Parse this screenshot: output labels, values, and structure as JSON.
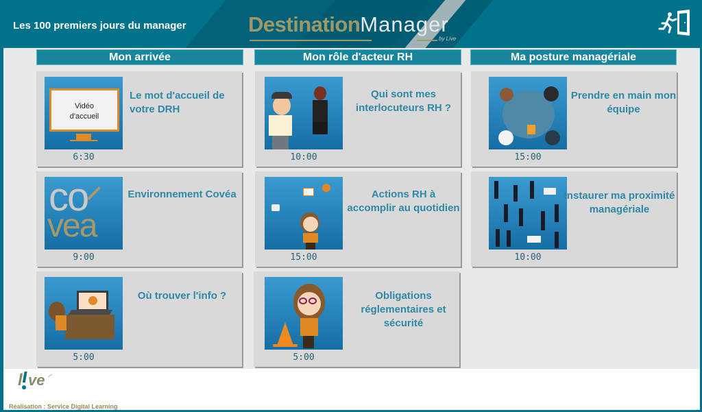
{
  "header": {
    "title": "Les 100 premiers jours du manager",
    "logo_part1": "Destination",
    "logo_part2": "Manager",
    "logo_byline": "by Live",
    "exit_icon": "exit-door-icon"
  },
  "colors": {
    "primary": "#00738b",
    "column_header": "#17869d",
    "card_bg": "#d9d9d9",
    "card_title": "#2e88a6",
    "logo_gold": "#9c9868",
    "background": "#e9e9e9"
  },
  "columns": [
    {
      "label": "Mon arrivée",
      "cards": [
        {
          "title": "Le mot d'accueil de votre DRH",
          "duration": "6:30",
          "thumb": "video-screen",
          "thumb_text1": "Vidéo",
          "thumb_text2": "d'accueil"
        },
        {
          "title": "Environnement Covéa",
          "duration": "9:00",
          "thumb": "covea-logo",
          "thumb_text1": "co",
          "thumb_text2": "vea"
        },
        {
          "title": "Où trouver l'info ?",
          "duration": "5:00",
          "thumb": "person-at-laptop"
        }
      ]
    },
    {
      "label": "Mon rôle d'acteur RH",
      "cards": [
        {
          "title": "Qui sont mes interlocuteurs RH ?",
          "duration": "10:00",
          "thumb": "two-people"
        },
        {
          "title": "Actions RH à accomplir au quotidien",
          "duration": "15:00",
          "thumb": "woman-with-tasks"
        },
        {
          "title": "Obligations réglementaires et sécurité",
          "duration": "5:00",
          "thumb": "woman-with-cone"
        }
      ]
    },
    {
      "label": "Ma posture managériale",
      "cards": [
        {
          "title": "Prendre en main mon équipe",
          "duration": "15:00",
          "thumb": "team-meeting-table"
        },
        {
          "title": "Instaurer ma proximité managériale",
          "duration": "10:00",
          "thumb": "business-network"
        }
      ]
    }
  ],
  "footer": {
    "logo_text": "l!ve",
    "credit": "Réalisation : Service Digital Learning"
  }
}
